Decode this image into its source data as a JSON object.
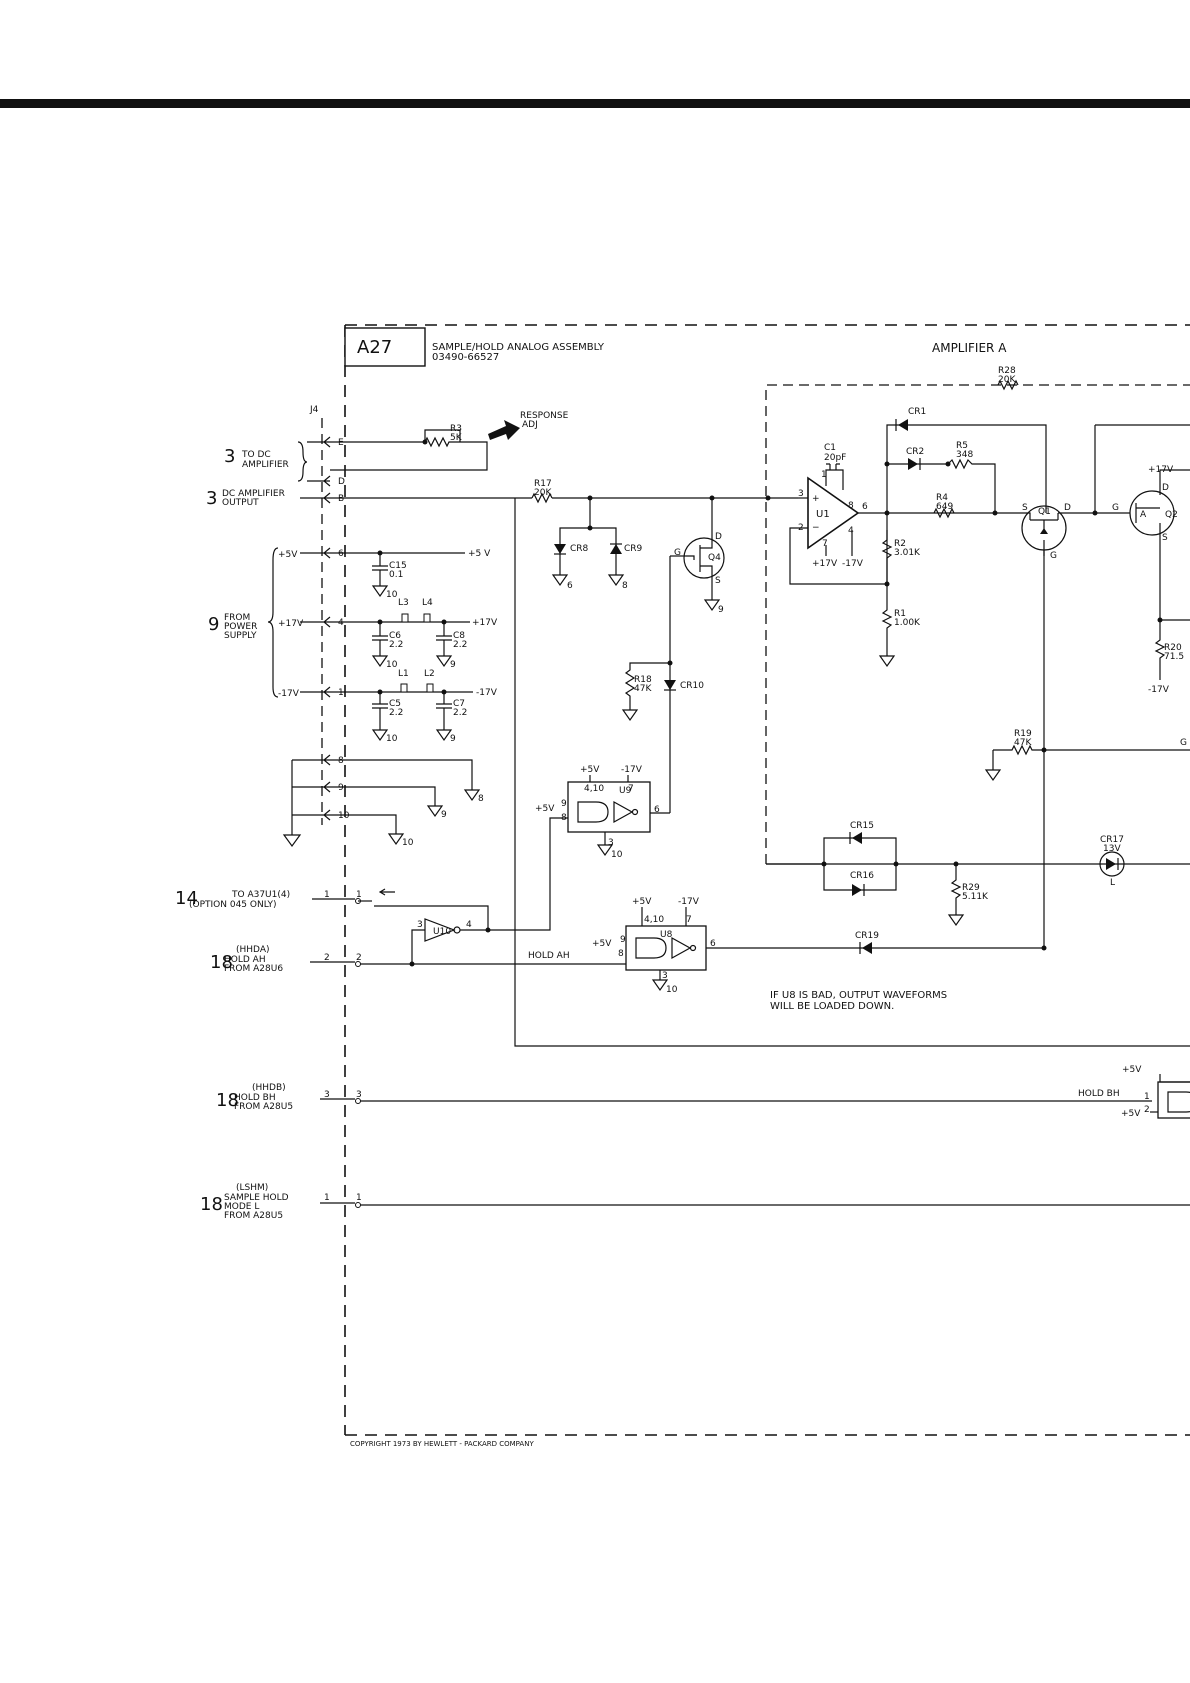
{
  "header": {
    "assembly_id": "A27",
    "assembly_title": "SAMPLE/HOLD  ANALOG  ASSEMBLY",
    "part_number": "03490-66527",
    "section_title": "AMPLIFIER   A",
    "connector": "J4"
  },
  "left_signals": [
    {
      "sheet": "3",
      "label1": "TO  DC",
      "label2": "AMPLIFIER"
    },
    {
      "sheet": "3",
      "label1": "DC AMPLIFIER",
      "label2": "OUTPUT"
    },
    {
      "sheet": "9",
      "label1": "FROM",
      "label2": "POWER",
      "label3": "SUPPLY"
    },
    {
      "sheet": "14",
      "label1": "TO  A37U1(4)",
      "label2": "(OPTION  045 ONLY)"
    },
    {
      "sheet": "18",
      "label0": "(HHDA)",
      "label1": "HOLD  AH",
      "label2": "FROM  A28U6"
    },
    {
      "sheet": "18",
      "label0": "(HHDB)",
      "label1": "HOLD  BH",
      "label2": "FROM  A28U5"
    },
    {
      "sheet": "18",
      "label0": "(LSHM)",
      "label1": "SAMPLE  HOLD",
      "label2": "MODE  L",
      "label3": "FROM  A28U5"
    }
  ],
  "pins": {
    "E": "E",
    "D": "D",
    "B": "B",
    "p6": "6",
    "p4": "4",
    "p1": "1",
    "p8": "8",
    "p9": "9",
    "p10": "10",
    "c1": "1",
    "c2": "2",
    "c3": "3",
    "c1b": "1",
    "w1": "1",
    "w2": "2",
    "w3": "3",
    "w1b": "1"
  },
  "rails": {
    "p5": "+5V",
    "p17": "+17V",
    "m17": "-17V",
    "p5r": "+5 V",
    "p17r": "+17V",
    "m17r": "-17V"
  },
  "components": {
    "R3": {
      "ref": "R3",
      "val": "5K"
    },
    "response_adj": {
      "l1": "RESPONSE",
      "l2": "ADJ"
    },
    "R17": {
      "ref": "R17",
      "val": "20K"
    },
    "R28": {
      "ref": "R28",
      "val": "20K"
    },
    "C1": {
      "ref": "C1",
      "val": "20pF"
    },
    "CR1": "CR1",
    "CR2": "CR2",
    "R5": {
      "ref": "R5",
      "val": "348"
    },
    "R4": {
      "ref": "R4",
      "val": "649"
    },
    "R2": {
      "ref": "R2",
      "val": "3.01K"
    },
    "R1": {
      "ref": "R1",
      "val": "1.00K"
    },
    "U1": {
      "ref": "U1",
      "v1": "+17V",
      "v2": "-17V"
    },
    "Q1": "Q1",
    "Q2": "Q2",
    "Q4": "Q4",
    "CR8": "CR8",
    "CR9": "CR9",
    "CR10": "CR10",
    "R18": {
      "ref": "R18",
      "val": "47K"
    },
    "C15": {
      "ref": "C15",
      "val": "0.1"
    },
    "L3": "L3",
    "L4": "L4",
    "L1": "L1",
    "L2": "L2",
    "C6": {
      "ref": "C6",
      "val": "2.2"
    },
    "C8": {
      "ref": "C8",
      "val": "2.2"
    },
    "C5": {
      "ref": "C5",
      "val": "2.2"
    },
    "C7": {
      "ref": "C7",
      "val": "2.2"
    },
    "R19": {
      "ref": "R19",
      "val": "47K"
    },
    "R20": {
      "ref": "R20",
      "val": "71.5"
    },
    "CR15": "CR15",
    "CR16": "CR16",
    "CR17": {
      "ref": "CR17",
      "val": "13V"
    },
    "R29": {
      "ref": "R29",
      "val": "5.11K"
    },
    "CR19": "CR19",
    "U8": "U8",
    "U9": "U9",
    "U10": "U10",
    "hold_ah": "HOLD  AH",
    "hold_bh": "HOLD  BH"
  },
  "gnd": {
    "g6": "6",
    "g8": "8",
    "g9": "9",
    "g10": "10"
  },
  "note": {
    "line1": "IF  U8  IS  BAD, OUTPUT  WAVEFORMS",
    "line2": "WILL  BE  LOADED  DOWN."
  },
  "footer": {
    "copyright": "COPYRIGHT   1973   BY   HEWLETT - PACKARD   COMPANY"
  }
}
